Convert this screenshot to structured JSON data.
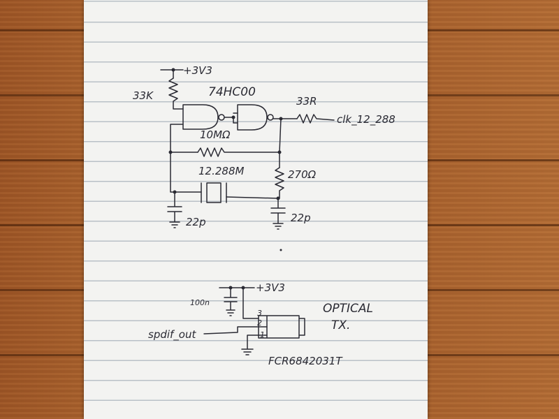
{
  "crystal_oscillator": {
    "supply_label": "+3V3",
    "pullup_resistor": "33K",
    "ic_part": "74HC00",
    "series_resistor": "33R",
    "clock_net": "clk_12_288",
    "feedback_resistor": "10MΩ",
    "crystal_label": "12.288M",
    "damping_resistor": "270Ω",
    "cap_left": "22p",
    "cap_right": "22p"
  },
  "optical_tx": {
    "supply_label": "+3V3",
    "decoupling_cap": "100n",
    "pin3": "3",
    "pin2": "2",
    "pin1": "1",
    "input_net": "spdif_out",
    "title_line1": "OPTICAL",
    "title_line2": "TX.",
    "part_number": "FCR6842031T"
  },
  "colors": {
    "ink": "#2a2a33",
    "paper": "#f3f3f1",
    "rule_line": "#b9c0c7",
    "wood": "#a05a2c"
  }
}
